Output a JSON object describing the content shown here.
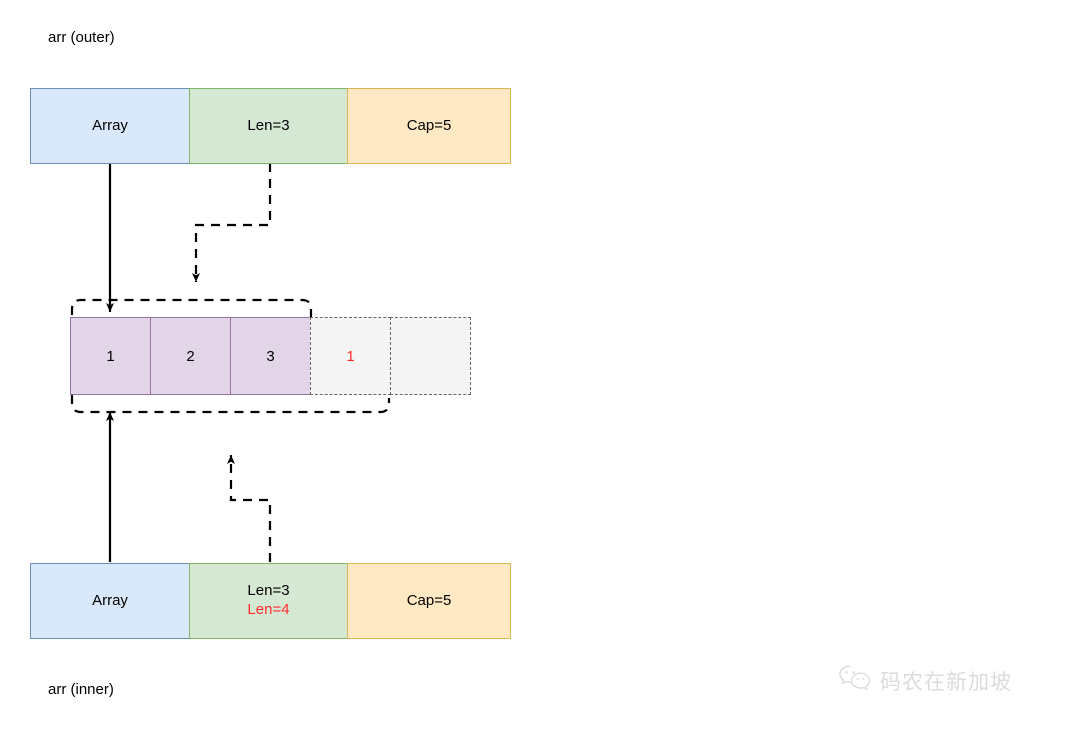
{
  "diagram": {
    "title_outer": "arr (outer)",
    "title_inner": "arr (inner)",
    "colors": {
      "array_fill": "#dae8fc",
      "array_stroke": "#6c8ebf",
      "len_fill": "#d5e8d4",
      "len_stroke": "#82b366",
      "cap_fill": "#ffe9c4",
      "cap_stroke": "#d6b656",
      "cell_fill": "#e1d5e7",
      "cell_stroke": "#9673a6",
      "empty_fill": "#f5f5f5",
      "empty_stroke": "#666666",
      "highlight": "#ff2d2d",
      "connector": "#000000"
    },
    "outer_struct": {
      "array_label": "Array",
      "len_label": "Len=3",
      "cap_label": "Cap=5"
    },
    "inner_struct": {
      "array_label": "Array",
      "len_label_old": "Len=3",
      "len_label_new": "Len=4",
      "cap_label": "Cap=5"
    },
    "backing_array": {
      "filled_cells": [
        "1",
        "2",
        "3"
      ],
      "empty_cells": [
        "1",
        ""
      ]
    }
  },
  "watermark": {
    "text": "码农在新加坡",
    "icon": "wechat-icon"
  }
}
